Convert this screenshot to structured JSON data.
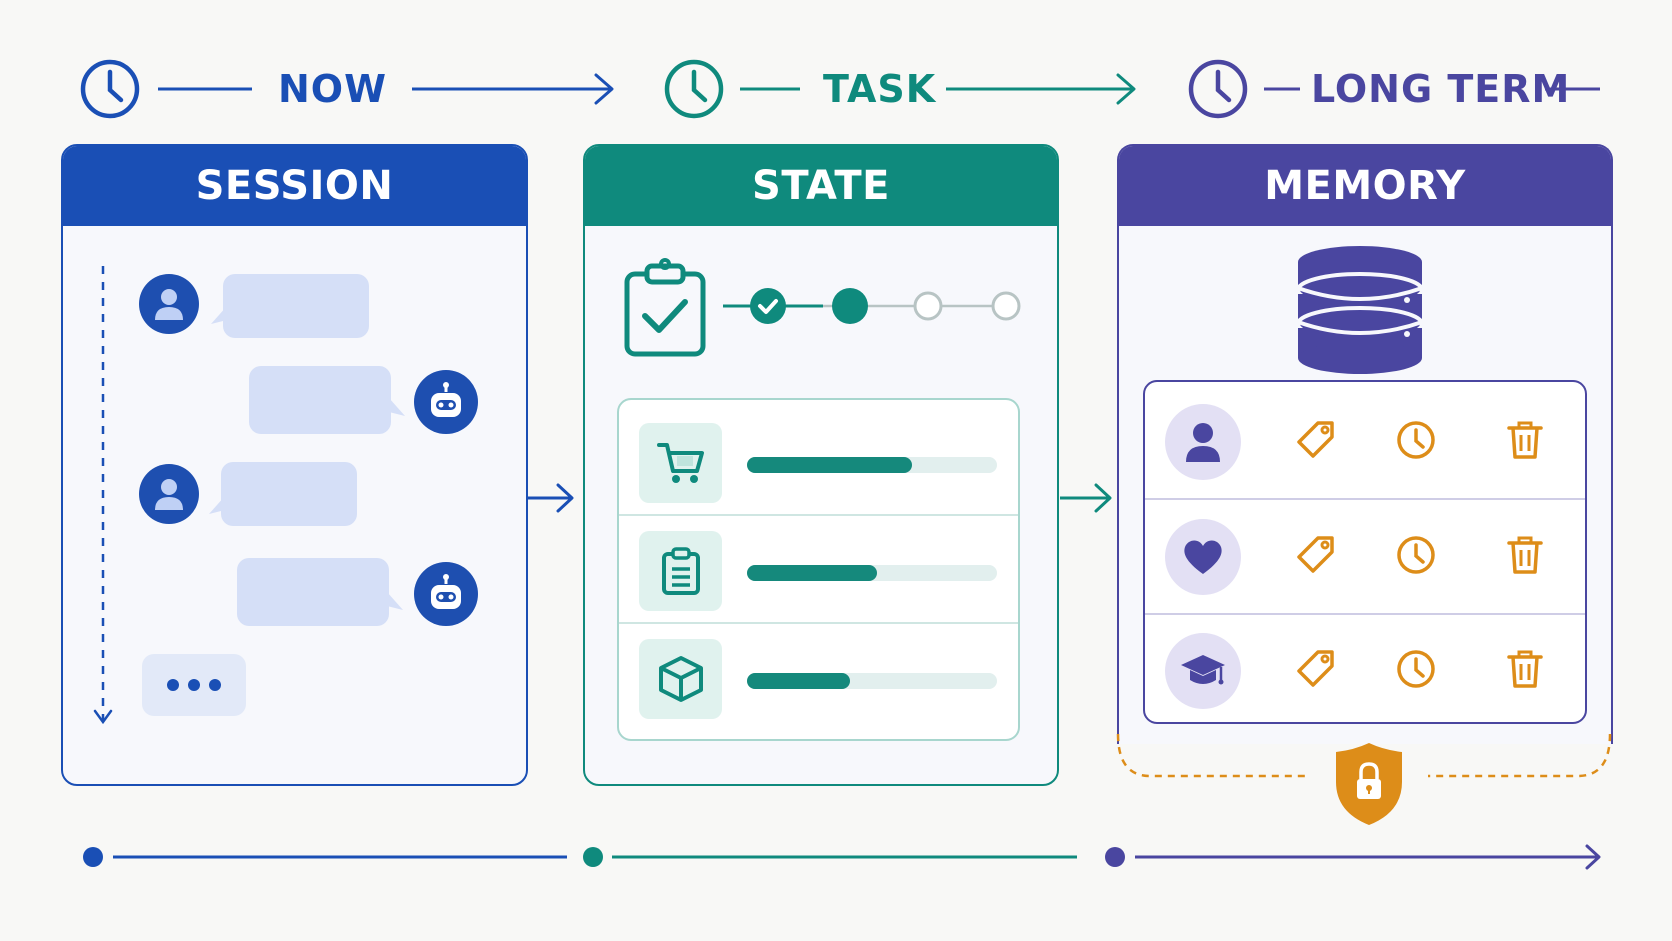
{
  "timeline": {
    "now_label": "NOW",
    "task_label": "TASK",
    "longterm_label": "LONG TERM"
  },
  "panels": {
    "session": {
      "title": "SESSION"
    },
    "state": {
      "title": "STATE",
      "progress_steps": [
        "done",
        "current",
        "pending",
        "pending"
      ],
      "items": [
        {
          "icon": "shopping-cart-icon",
          "progress": 0.66
        },
        {
          "icon": "clipboard-list-icon",
          "progress": 0.52
        },
        {
          "icon": "box-icon",
          "progress": 0.41
        }
      ]
    },
    "memory": {
      "title": "MEMORY",
      "rows": [
        {
          "icon": "user-icon",
          "actions": [
            "tag-icon",
            "clock-icon",
            "trash-icon"
          ]
        },
        {
          "icon": "heart-icon",
          "actions": [
            "tag-icon",
            "clock-icon",
            "trash-icon"
          ]
        },
        {
          "icon": "graduation-cap-icon",
          "actions": [
            "tag-icon",
            "clock-icon",
            "trash-icon"
          ]
        }
      ]
    }
  },
  "colors": {
    "session": "#1a4fb5",
    "state": "#0f8a7d",
    "memory": "#4a46a0",
    "accent": "#dd8d19"
  }
}
